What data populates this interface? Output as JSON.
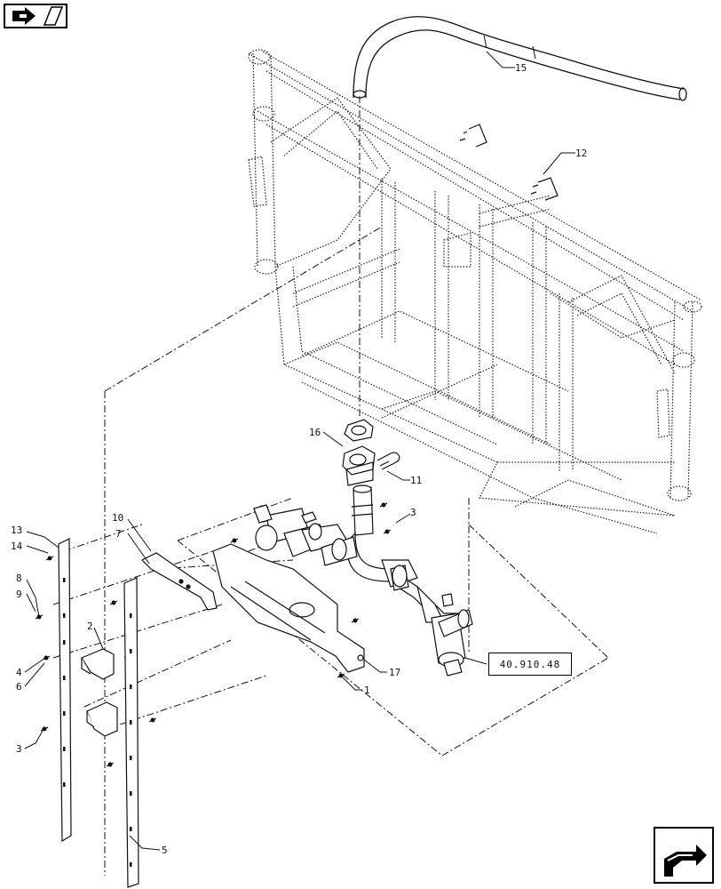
{
  "navigation": {
    "previous_icon": "folded-arrow-icon",
    "next_icon": "next-page-arrow-icon"
  },
  "reference_box": {
    "label": "40.910.48"
  },
  "callouts": [
    {
      "id": "15",
      "label": "15"
    },
    {
      "id": "12",
      "label": "12"
    },
    {
      "id": "16",
      "label": "16"
    },
    {
      "id": "11",
      "label": "11"
    },
    {
      "id": "3a",
      "label": "3"
    },
    {
      "id": "10",
      "label": "10"
    },
    {
      "id": "7",
      "label": "7"
    },
    {
      "id": "13",
      "label": "13"
    },
    {
      "id": "14",
      "label": "14"
    },
    {
      "id": "8",
      "label": "8"
    },
    {
      "id": "9",
      "label": "9"
    },
    {
      "id": "2",
      "label": "2"
    },
    {
      "id": "4",
      "label": "4"
    },
    {
      "id": "6",
      "label": "6"
    },
    {
      "id": "3b",
      "label": "3"
    },
    {
      "id": "17",
      "label": "17"
    },
    {
      "id": "1",
      "label": "1"
    },
    {
      "id": "5",
      "label": "5"
    }
  ]
}
